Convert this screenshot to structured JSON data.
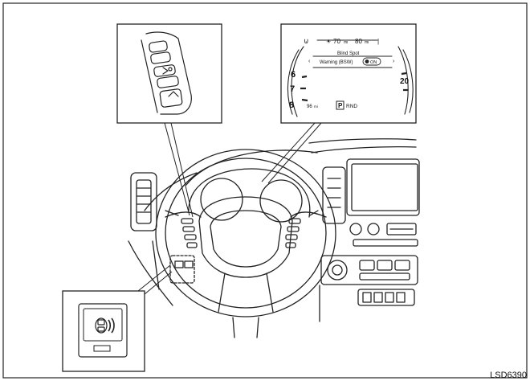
{
  "figure_code": "LSD6390",
  "cluster": {
    "speed_top": "70",
    "speed_unit_top": "mi",
    "range_top": "80",
    "range_unit_top": "mi",
    "heading": "Blind Spot",
    "warning_text": "Warning (BSW)",
    "warning_state": "ON",
    "tach_left_numbers": [
      "6",
      "7",
      "8"
    ],
    "speedo_right_number": "20",
    "bottom_left": "96",
    "bottom_left_unit": "mi",
    "gear_selected": "P",
    "gear_rest": "RND"
  }
}
